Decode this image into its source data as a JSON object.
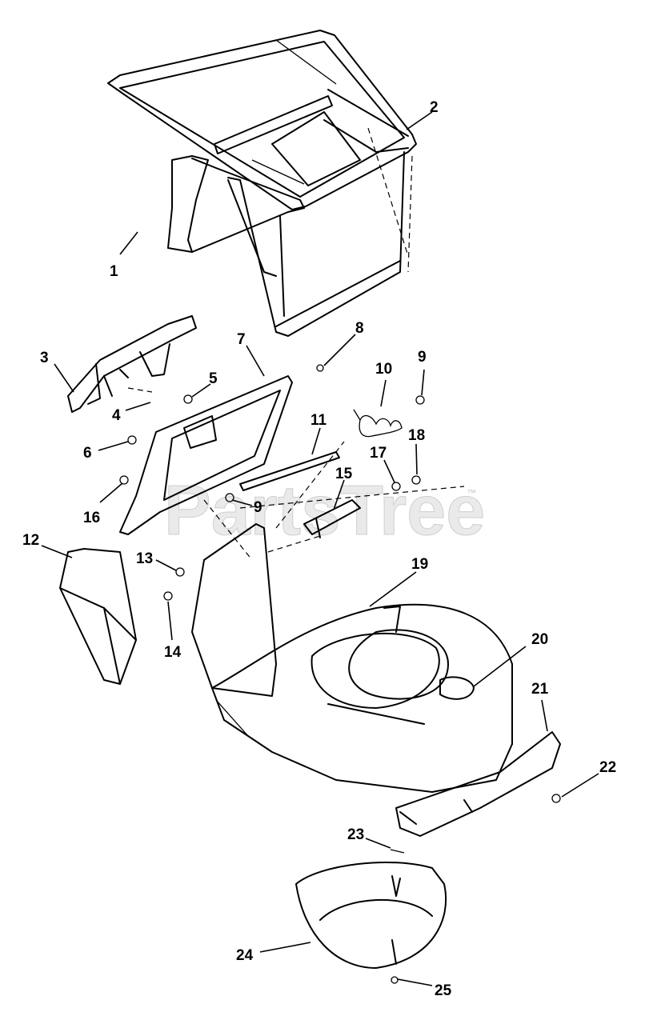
{
  "watermark": {
    "text": "PartsTree",
    "trademark": "™"
  },
  "callouts": [
    "1",
    "2",
    "3",
    "4",
    "5",
    "6",
    "7",
    "8",
    "9",
    "10",
    "11",
    "9",
    "12",
    "13",
    "14",
    "15",
    "16",
    "17",
    "18",
    "19",
    "20",
    "21",
    "22",
    "23",
    "24",
    "25"
  ]
}
